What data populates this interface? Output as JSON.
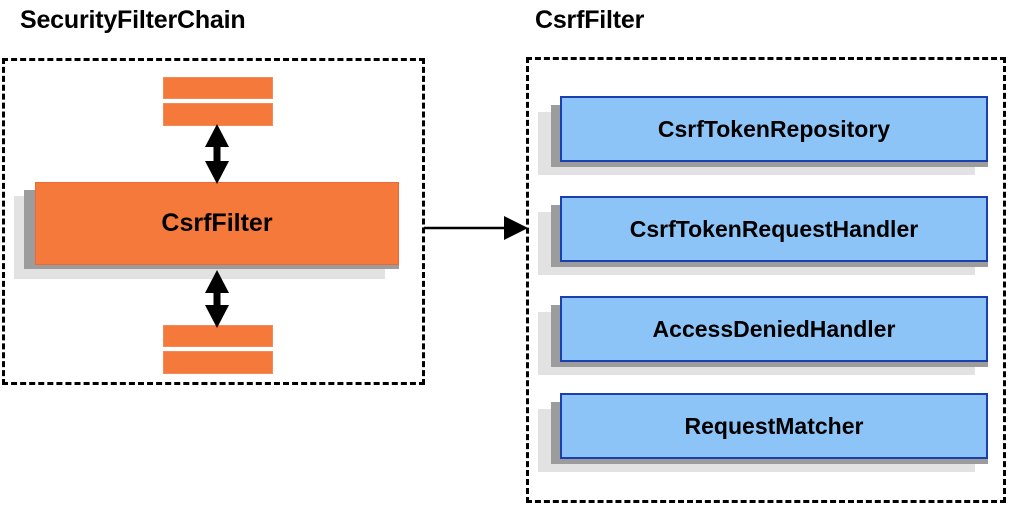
{
  "panels": {
    "left": {
      "title": "SecurityFilterChain",
      "filter_box": {
        "label": "CsrfFilter"
      },
      "chain_bars": [
        {
          "name": "filter-bar-top-1"
        },
        {
          "name": "filter-bar-top-2"
        },
        {
          "name": "filter-bar-bottom-1"
        },
        {
          "name": "filter-bar-bottom-2"
        }
      ]
    },
    "right": {
      "title": "CsrfFilter",
      "components": [
        {
          "label": "CsrfTokenRepository"
        },
        {
          "label": "CsrfTokenRequestHandler"
        },
        {
          "label": "AccessDeniedHandler"
        },
        {
          "label": "RequestMatcher"
        }
      ]
    }
  },
  "connectors": {
    "chain_to_filter_top": {
      "name": "double-arrow-up",
      "style": "double-headed"
    },
    "chain_to_filter_bottom": {
      "name": "double-arrow-down",
      "style": "double-headed"
    },
    "filter_to_detail": {
      "name": "arrow-right",
      "style": "single-headed"
    }
  },
  "colors": {
    "orange": "#F5793B",
    "blue": "#8CC4F8",
    "blue_border": "#1B3FAE",
    "shadow_dark": "#9C9C9C",
    "shadow_light": "#E2E2E2",
    "frame": "#000000",
    "text": "#000000"
  }
}
